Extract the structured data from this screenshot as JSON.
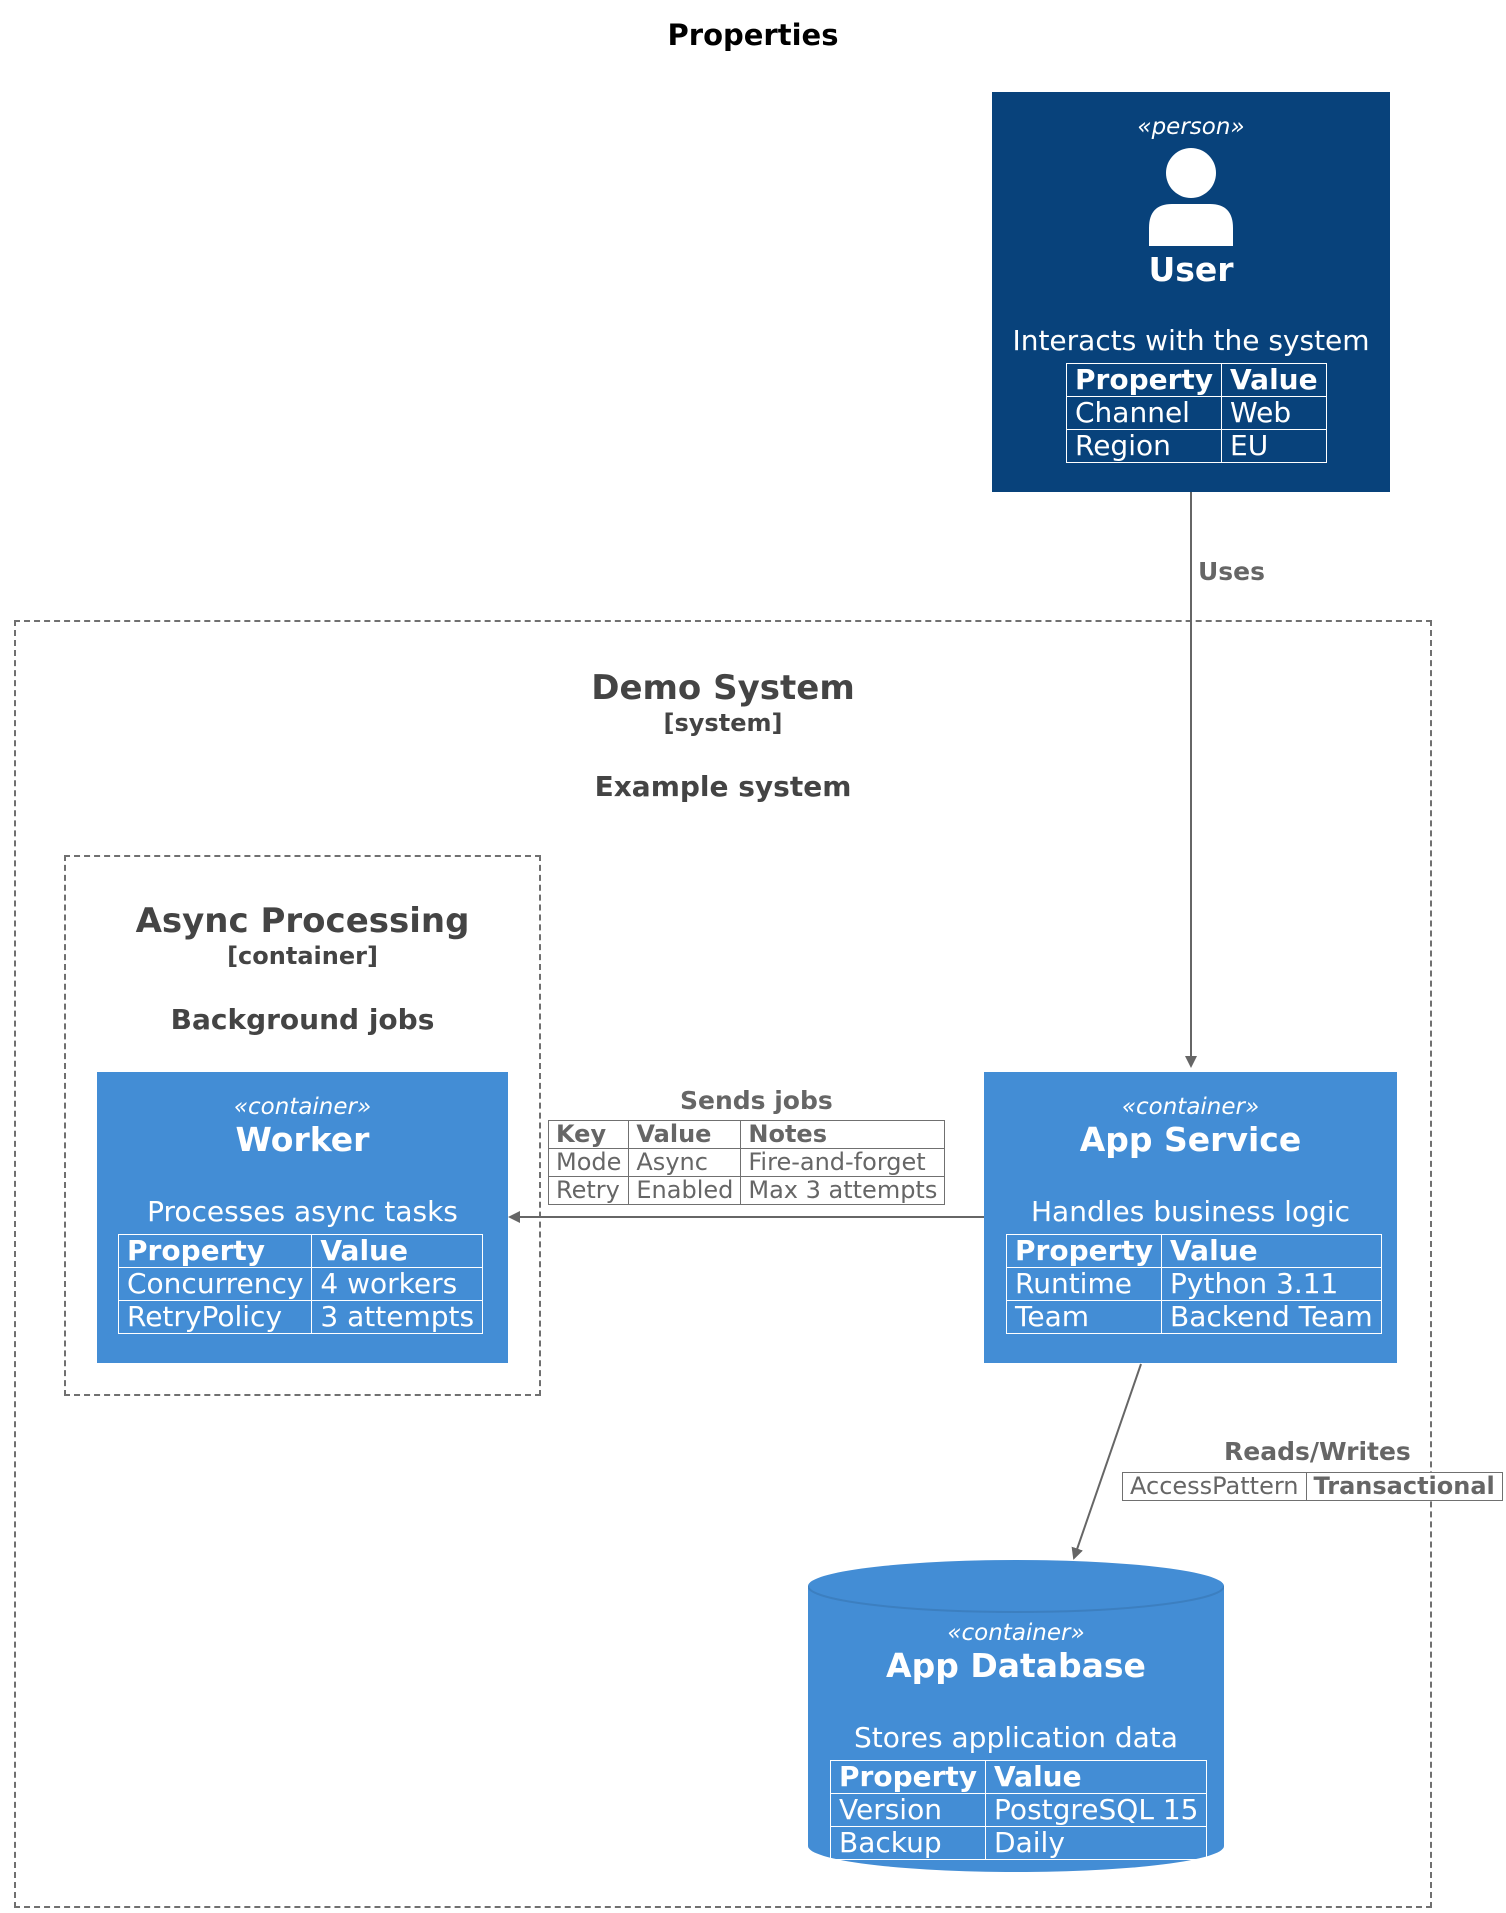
{
  "title": "Properties",
  "user": {
    "stereotype": "«person»",
    "name": "User",
    "description": "Interacts with the system",
    "properties": {
      "header": [
        "Property",
        "Value"
      ],
      "rows": [
        [
          "Channel",
          "Web"
        ],
        [
          "Region",
          "EU"
        ]
      ]
    }
  },
  "demo_system": {
    "title": "Demo System",
    "type": "[system]",
    "description": "Example system"
  },
  "async_processing": {
    "title": "Async Processing",
    "type": "[container]",
    "description": "Background jobs"
  },
  "worker": {
    "stereotype": "«container»",
    "name": "Worker",
    "description": "Processes async tasks",
    "properties": {
      "header": [
        "Property",
        "Value"
      ],
      "rows": [
        [
          "Concurrency",
          "4 workers"
        ],
        [
          "RetryPolicy",
          "3 attempts"
        ]
      ]
    }
  },
  "app_service": {
    "stereotype": "«container»",
    "name": "App Service",
    "description": "Handles business logic",
    "properties": {
      "header": [
        "Property",
        "Value"
      ],
      "rows": [
        [
          "Runtime",
          "Python 3.11"
        ],
        [
          "Team",
          "Backend Team"
        ]
      ]
    }
  },
  "app_database": {
    "stereotype": "«container»",
    "name": "App Database",
    "description": "Stores application data",
    "properties": {
      "header": [
        "Property",
        "Value"
      ],
      "rows": [
        [
          "Version",
          "PostgreSQL 15"
        ],
        [
          "Backup",
          "Daily"
        ]
      ]
    }
  },
  "relations": {
    "uses": {
      "label": "Uses"
    },
    "sends_jobs": {
      "label": "Sends jobs",
      "header": [
        "Key",
        "Value",
        "Notes"
      ],
      "rows": [
        [
          "Mode",
          "Async",
          "Fire-and-forget"
        ],
        [
          "Retry",
          "Enabled",
          "Max 3 attempts"
        ]
      ]
    },
    "reads_writes": {
      "label": "Reads/Writes",
      "rows": [
        [
          "AccessPattern",
          "Transactional"
        ]
      ]
    }
  },
  "colors": {
    "person": "#08427b",
    "container": "#438dd5",
    "boundary": "#707070",
    "arrow": "#666666"
  }
}
